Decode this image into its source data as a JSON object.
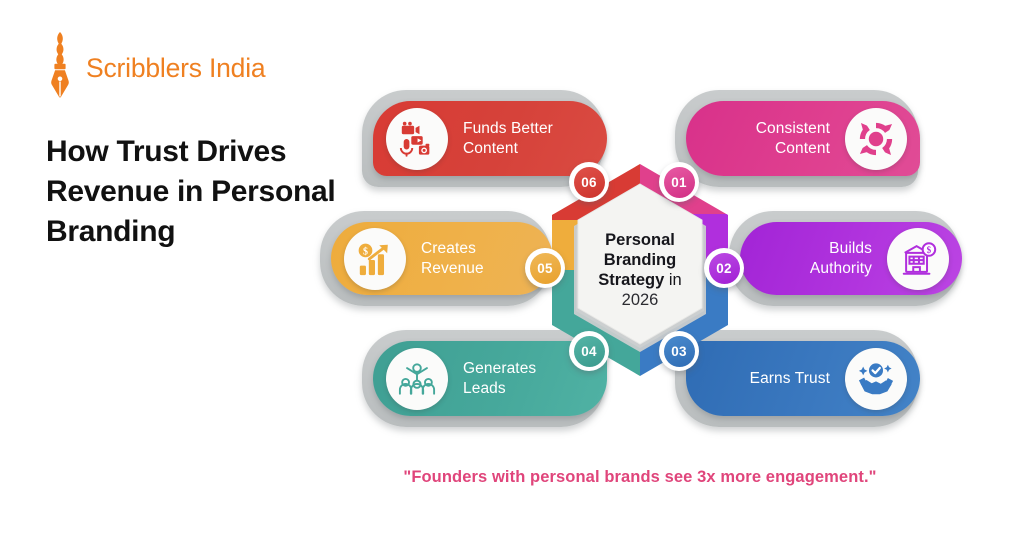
{
  "brand": {
    "name": "Scribblers India",
    "logo_icon": "pen-nib-wheat-icon",
    "color": "#ef8021"
  },
  "headline": "How Trust\nDrives Revenue\nin Personal\nBranding",
  "center": {
    "line1": "Personal",
    "line2": "Branding",
    "line3_bold": "Strategy",
    "line3_thin": " in",
    "line4": "2026"
  },
  "footer_quote": "\"Founders with personal brands see 3x more engagement.\"",
  "footer_quote_color": "#e0457b",
  "steps": [
    {
      "number": "01",
      "label": "Consistent\nContent",
      "icon": "refresh-cycle-icon",
      "color": "#e0408c",
      "color_dark": "#d12f84",
      "position": "top-right"
    },
    {
      "number": "02",
      "label": "Builds\nAuthority",
      "icon": "bank-dollar-icon",
      "color": "#b02fdd",
      "color_dark": "#a11fd4",
      "position": "middle-right"
    },
    {
      "number": "03",
      "label": "Earns Trust",
      "icon": "handshake-check-icon",
      "color": "#3a7bc4",
      "color_dark": "#2f6cb4",
      "position": "bottom-right"
    },
    {
      "number": "04",
      "label": "Generates\nLeads",
      "icon": "people-group-icon",
      "color": "#44a79a",
      "color_dark": "#3a9a8d",
      "position": "bottom-left"
    },
    {
      "number": "05",
      "label": "Creates\nRevenue",
      "icon": "growth-chart-dollar-icon",
      "color": "#efad3c",
      "color_dark": "#e8a02c",
      "position": "middle-left"
    },
    {
      "number": "06",
      "label": "Funds Better\nContent",
      "icon": "video-camera-mic-icon",
      "color": "#d83b34",
      "color_dark": "#cc332c",
      "position": "top-left"
    }
  ]
}
